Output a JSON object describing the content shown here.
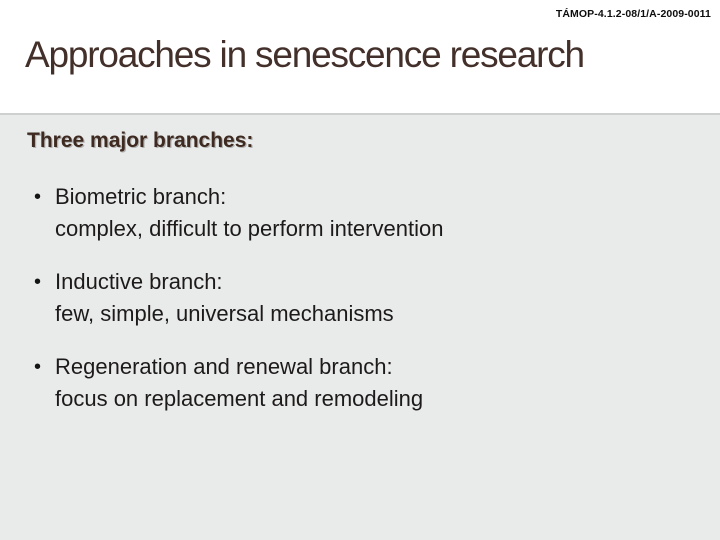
{
  "slide": {
    "grant_code": "TÁMOP-4.1.2-08/1/A-2009-0011",
    "title": "Approaches in senescence research",
    "heading": "Three major branches:",
    "bullet_glyph": "•",
    "bullets": [
      {
        "head": "Biometric branch:",
        "detail": "complex, difficult to perform intervention"
      },
      {
        "head": "Inductive branch:",
        "detail": "few, simple, universal mechanisms"
      },
      {
        "head": "Regeneration and renewal branch:",
        "detail": "focus on replacement and remodeling"
      }
    ],
    "colors": {
      "header_bg": "#ffffff",
      "body_bg": "#e9eaea",
      "divider": "#cdd0cf",
      "title_text": "#43302a",
      "heading_text": "#3e2a20",
      "body_text": "#1d1b1a"
    }
  }
}
